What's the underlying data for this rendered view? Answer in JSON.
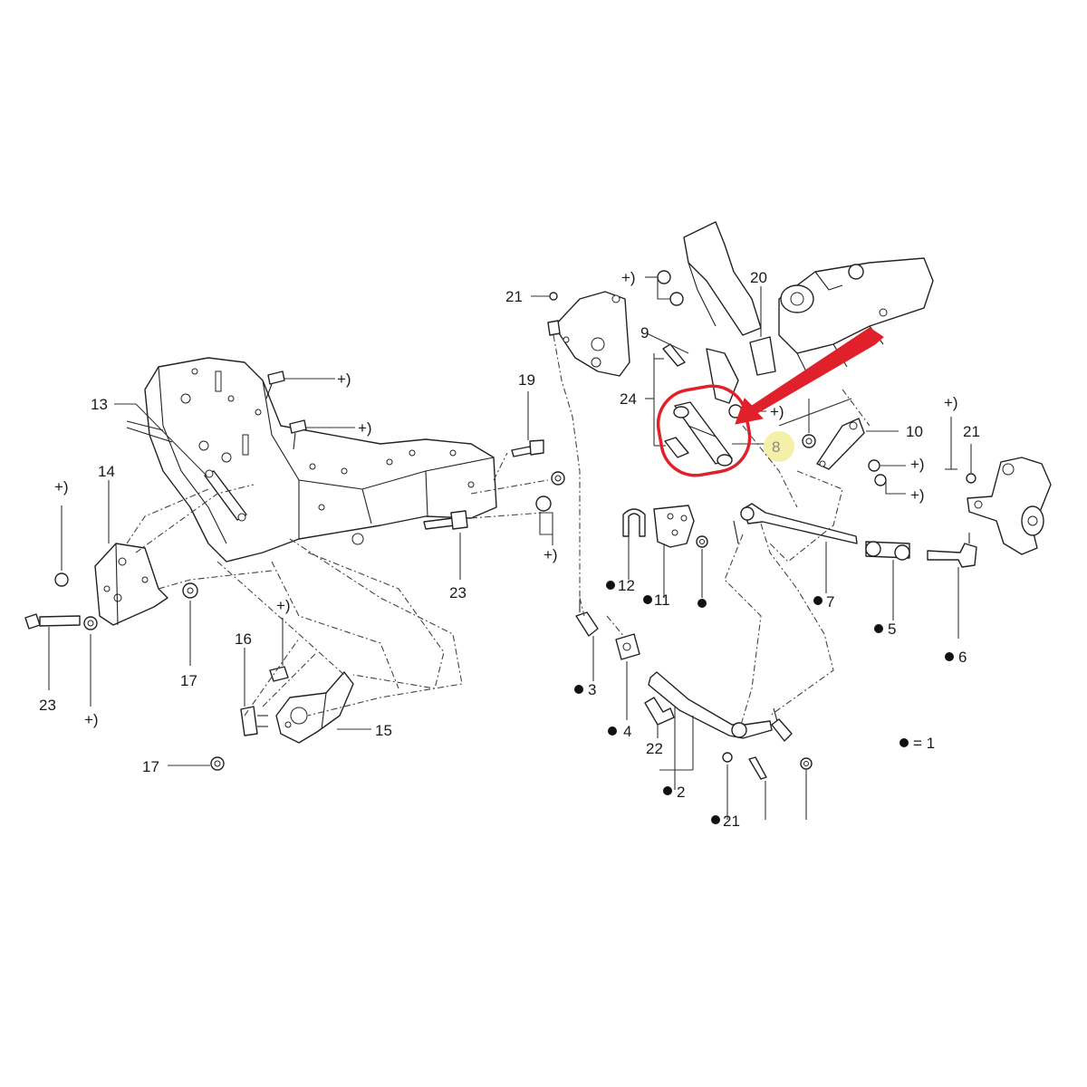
{
  "labels": {
    "p1_legend": "= 1",
    "p2": "2",
    "p3": "3",
    "p4": "4",
    "p5": "5",
    "p6": "6",
    "p7": "7",
    "p8": "8",
    "p9": "9",
    "p10": "10",
    "p11": "11",
    "p12": "12",
    "p13": "13",
    "p14": "14",
    "p15": "15",
    "p16": "16",
    "p17a": "17",
    "p17b": "17",
    "p19": "19",
    "p20": "20",
    "p21a": "21",
    "p21b": "21",
    "p21c": "21",
    "p22": "22",
    "p23a": "23",
    "p23b": "23",
    "p24": "24"
  },
  "plus_marker": "+)",
  "colors": {
    "highlight_ring": "#e0202a",
    "arrow": "#e0202a",
    "label8_circle": "#f4f0a8",
    "label8_text": "#8a8a8a",
    "line": "#222222"
  },
  "callout": {
    "highlighted_part": "8"
  }
}
